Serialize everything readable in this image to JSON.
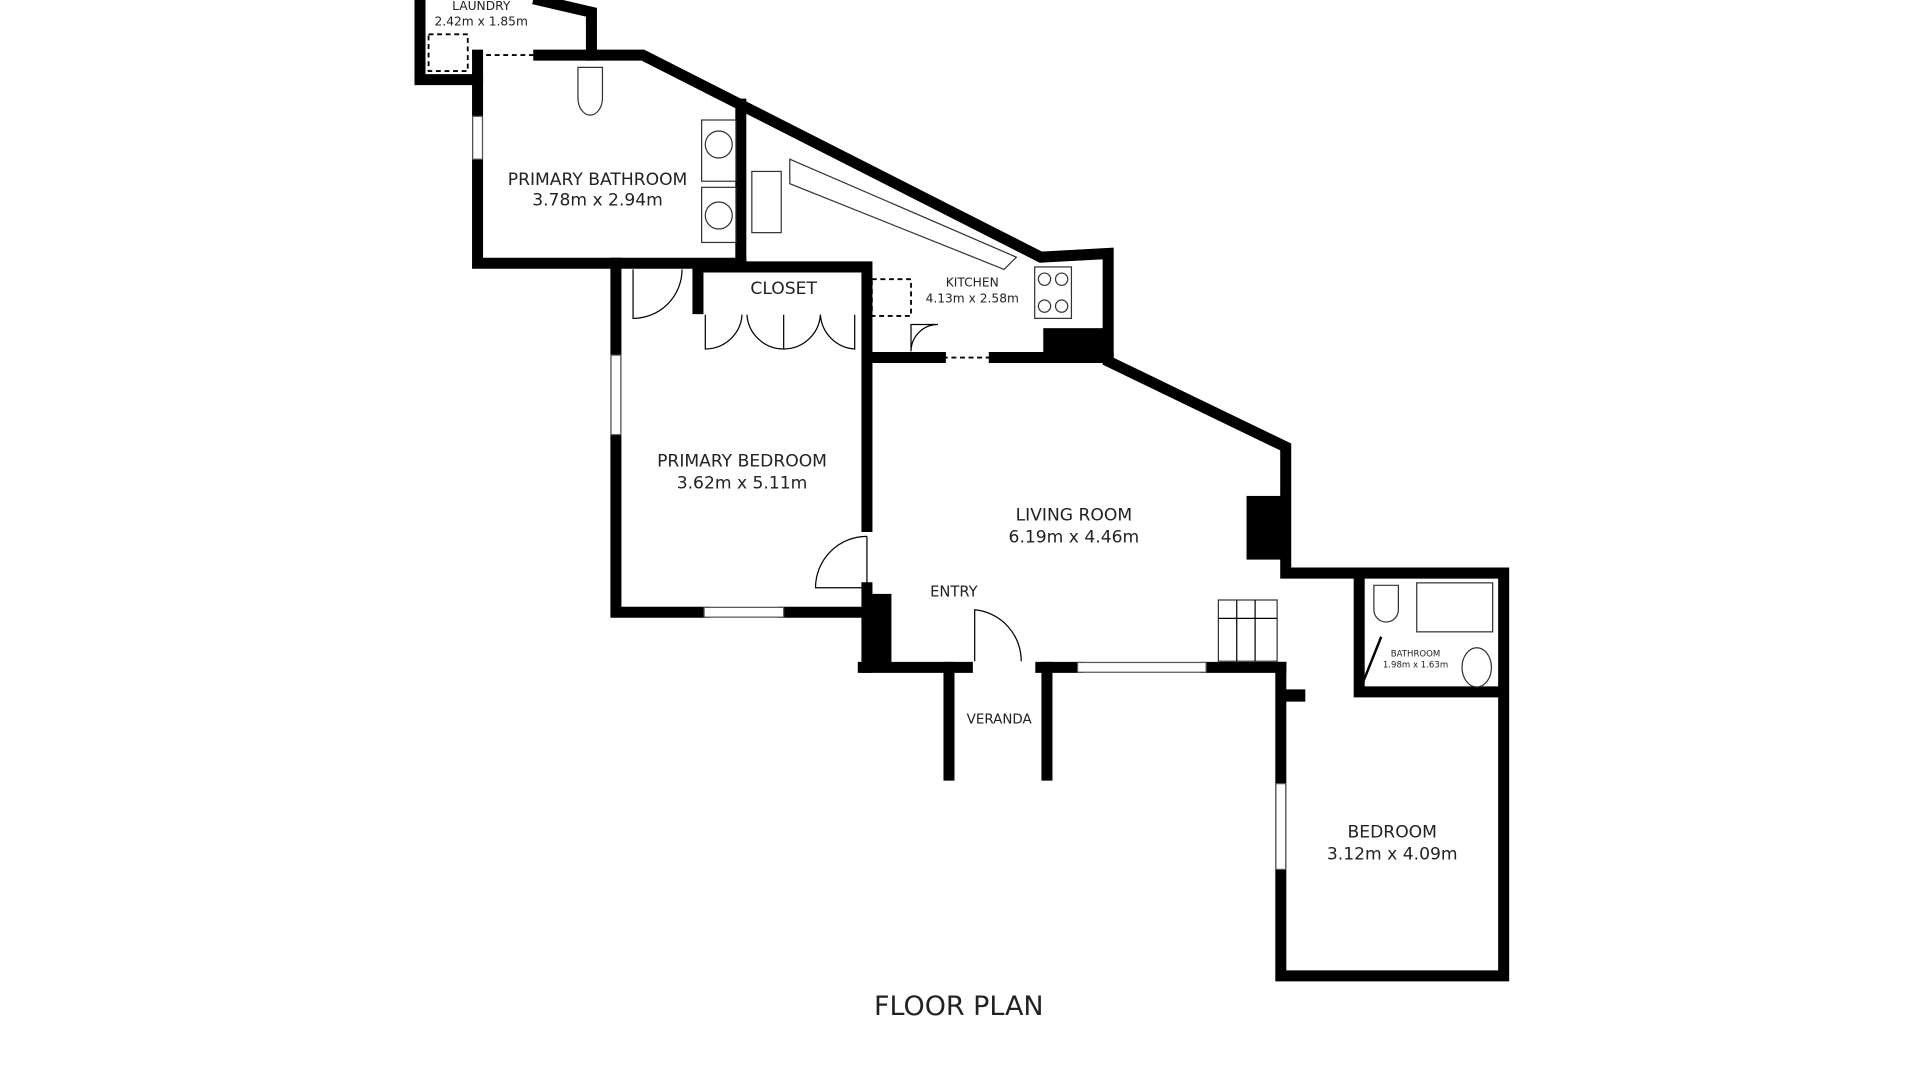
{
  "title": "FLOOR PLAN",
  "rooms": {
    "laundry": {
      "name": "LAUNDRY",
      "size": "2.42m x 1.85m"
    },
    "primary_bathroom": {
      "name": "PRIMARY BATHROOM",
      "size": "3.78m x 2.94m"
    },
    "closet": {
      "name": "CLOSET"
    },
    "kitchen": {
      "name": "KITCHEN",
      "size": "4.13m x 2.58m"
    },
    "primary_bedroom": {
      "name": "PRIMARY BEDROOM",
      "size": "3.62m x 5.11m"
    },
    "living_room": {
      "name": "LIVING ROOM",
      "size": "6.19m x 4.46m"
    },
    "entry": {
      "name": "ENTRY"
    },
    "veranda": {
      "name": "VERANDA"
    },
    "bathroom": {
      "name": "BATHROOM",
      "size": "1.98m x 1.63m"
    },
    "bedroom": {
      "name": "BEDROOM",
      "size": "3.12m x 4.09m"
    }
  }
}
